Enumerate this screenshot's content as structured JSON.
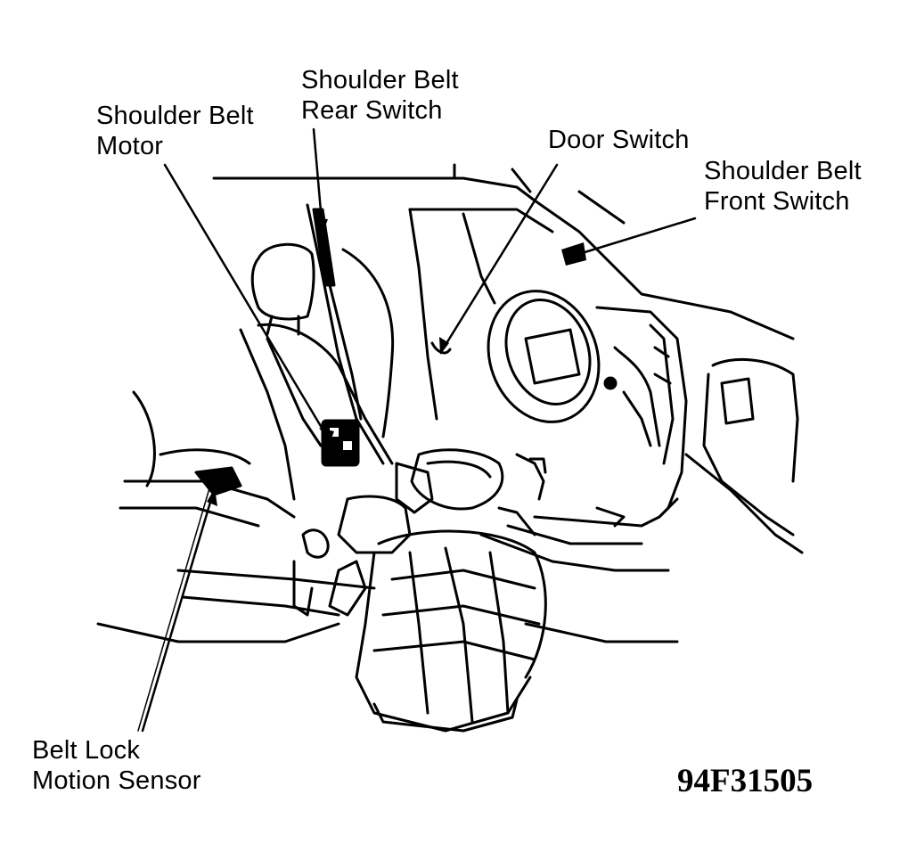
{
  "labels": {
    "shoulder_belt_motor": [
      "Shoulder Belt",
      "Motor"
    ],
    "shoulder_belt_rear_switch": [
      "Shoulder Belt",
      "Rear Switch"
    ],
    "door_switch": [
      "Door Switch"
    ],
    "shoulder_belt_front_switch": [
      "Shoulder Belt",
      "Front Switch"
    ],
    "belt_lock_motion_sensor": [
      "Belt Lock",
      "Motion Sensor"
    ]
  },
  "figure_code": "94F31505",
  "colors": {
    "ink": "#000000",
    "paper": "#ffffff"
  }
}
